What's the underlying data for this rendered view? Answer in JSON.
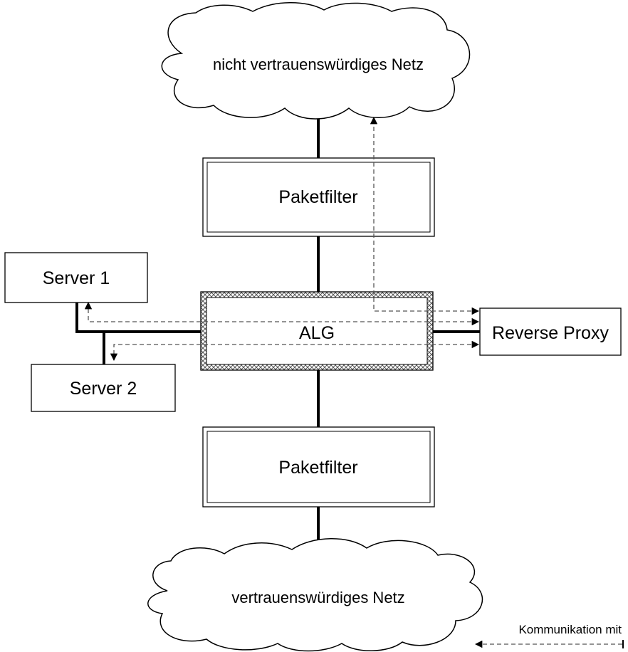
{
  "diagram": {
    "cloud_untrusted": "nicht vertrauenswürdiges Netz",
    "cloud_trusted": "vertrauenswürdiges Netz",
    "packet_filter_top": "Paketfilter",
    "packet_filter_bottom": "Paketfilter",
    "alg": "ALG",
    "reverse_proxy": "Reverse Proxy",
    "server1": "Server 1",
    "server2": "Server 2",
    "legend": "Kommunikation mit"
  }
}
